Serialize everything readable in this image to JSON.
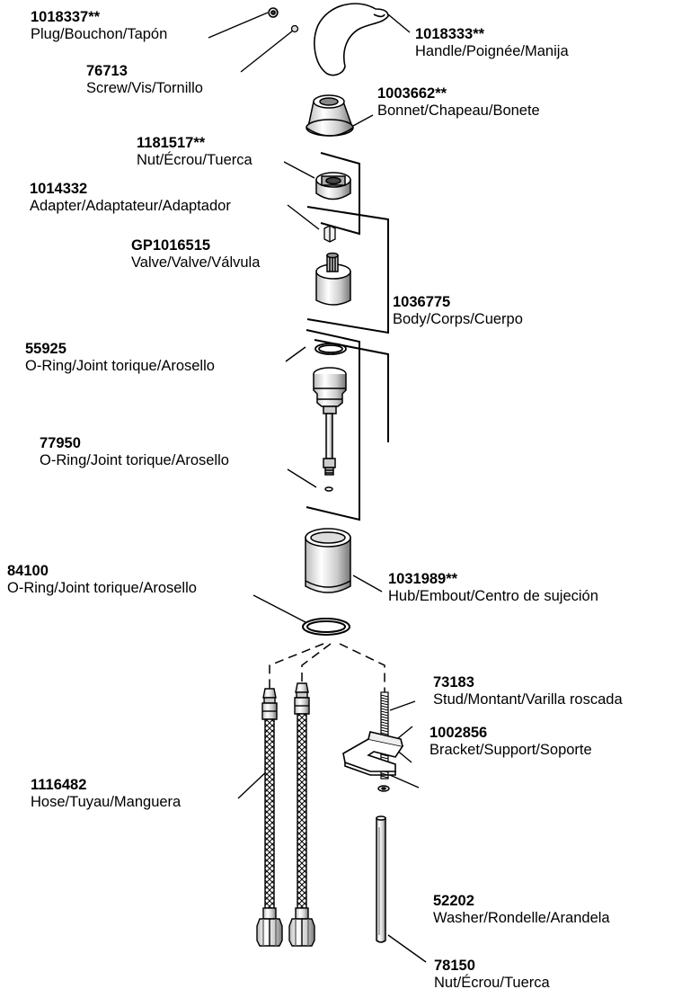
{
  "parts": [
    {
      "id": "plug",
      "number": "1018337**",
      "name": "Plug/Bouchon/Tapón"
    },
    {
      "id": "screw",
      "number": "76713",
      "name": "Screw/Vis/Tornillo"
    },
    {
      "id": "handle",
      "number": "1018333**",
      "name": "Handle/Poignée/Manija"
    },
    {
      "id": "bonnet",
      "number": "1003662**",
      "name": "Bonnet/Chapeau/Bonete"
    },
    {
      "id": "nut-top",
      "number": "1181517**",
      "name": "Nut/Écrou/Tuerca"
    },
    {
      "id": "adapter",
      "number": "1014332",
      "name": "Adapter/Adaptateur/Adaptador"
    },
    {
      "id": "valve",
      "number": "GP1016515",
      "name": "Valve/Valve/Válvula"
    },
    {
      "id": "body",
      "number": "1036775",
      "name": "Body/Corps/Cuerpo"
    },
    {
      "id": "oring-55925",
      "number": "55925",
      "name": "O-Ring/Joint torique/Arosello"
    },
    {
      "id": "oring-77950",
      "number": "77950",
      "name": "O-Ring/Joint torique/Arosello"
    },
    {
      "id": "oring-84100",
      "number": "84100",
      "name": "O-Ring/Joint torique/Arosello"
    },
    {
      "id": "hub",
      "number": "1031989**",
      "name": "Hub/Embout/Centro de sujeción"
    },
    {
      "id": "stud",
      "number": "73183",
      "name": "Stud/Montant/Varilla roscada"
    },
    {
      "id": "bracket",
      "number": "1002856",
      "name": "Bracket/Support/Soporte"
    },
    {
      "id": "hose",
      "number": "1116482",
      "name": "Hose/Tuyau/Manguera"
    },
    {
      "id": "washer",
      "number": "52202",
      "name": "Washer/Rondelle/Arandela"
    },
    {
      "id": "nut-bottom",
      "number": "78150",
      "name": "Nut/Écrou/Tuerca"
    }
  ]
}
